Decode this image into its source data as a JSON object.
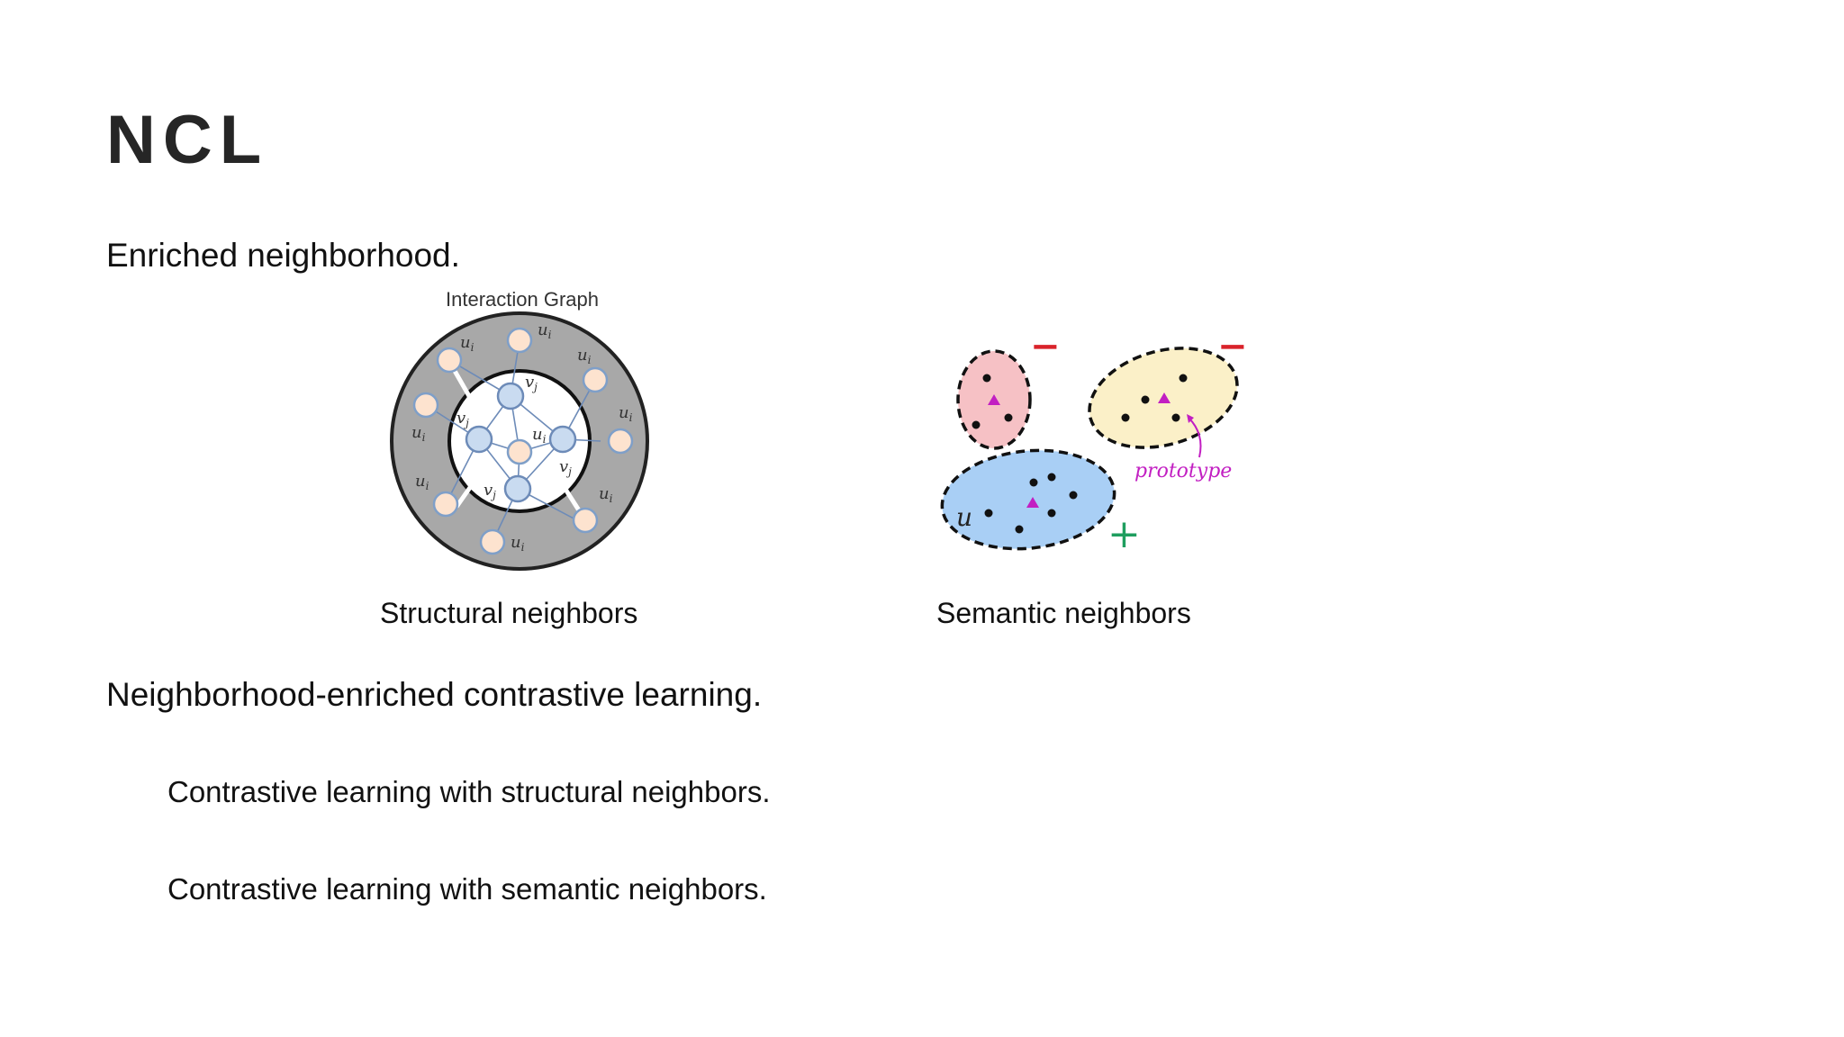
{
  "slide": {
    "title": "NCL",
    "point1": "Enriched neighborhood.",
    "point2": "Neighborhood-enriched contrastive learning.",
    "sub1": "Contrastive learning with structural neighbors.",
    "sub2": "Contrastive learning with semantic neighbors."
  },
  "figure_structural": {
    "graph_title": "Interaction Graph",
    "caption": "Structural neighbors",
    "user_label": "u",
    "user_subscript": "i",
    "item_label": "v",
    "item_subscript": "j",
    "colors": {
      "ring": "#a8a8a8",
      "user_node": "#fde3cf",
      "item_node": "#c9dbf0",
      "node_stroke": "#7f9fc8"
    }
  },
  "figure_semantic": {
    "caption": "Semantic neighbors",
    "prototype_label": "prototype",
    "user_label": "u",
    "negative_sign": "−",
    "positive_sign": "+",
    "colors": {
      "pink": "#f6c1c5",
      "yellow": "#fbf0c8",
      "blue": "#a9cff5",
      "prototype": "#c21fc2",
      "negative": "#d9232b",
      "positive": "#1f9e5f"
    }
  }
}
